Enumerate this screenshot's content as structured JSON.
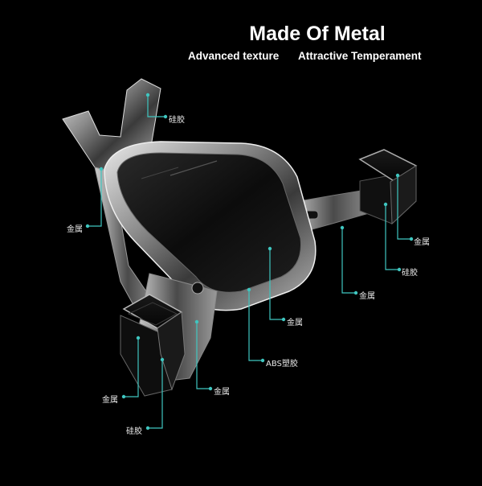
{
  "headline": "Made Of Metal",
  "features": [
    "Advanced texture",
    "Attractive Temperament"
  ],
  "callouts": [
    "硅胶",
    "金属",
    "金属",
    "硅胶",
    "金属",
    "金属",
    "ABS塑胶",
    "金属",
    "金属",
    "硅胶"
  ],
  "accent_color": "#3fc6c0"
}
